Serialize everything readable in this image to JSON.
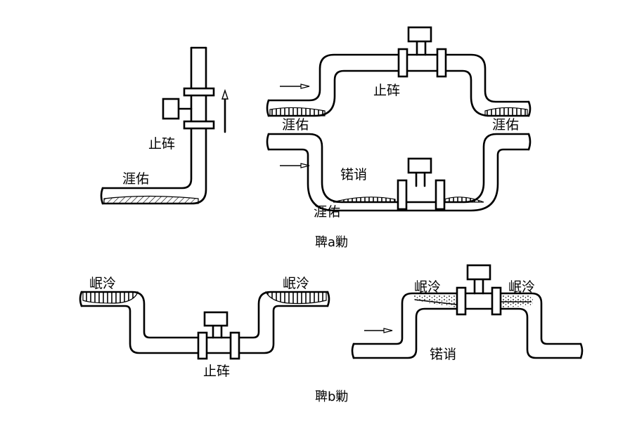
{
  "labels": {
    "fig_a_left_valve": "止砗",
    "fig_a_left_liquid": "涯佑",
    "fig_a_top_valve": "止砗",
    "fig_a_left_mid": "涯佑",
    "fig_a_right_mid": "涯佑",
    "fig_a_bottom_mid": "锘诮",
    "fig_a_bottom_liquid": "涯佑",
    "fig_a_caption": "聛a勦",
    "fig_b_left_top": "岷泠",
    "fig_b_right_top": "岷泠",
    "fig_b_valve": "止砗",
    "fig_b_r_left_top": "岷泠",
    "fig_b_r_right_top": "岷泠",
    "fig_b_r_bottom": "锘诮",
    "fig_b_caption": "聛b勦"
  }
}
